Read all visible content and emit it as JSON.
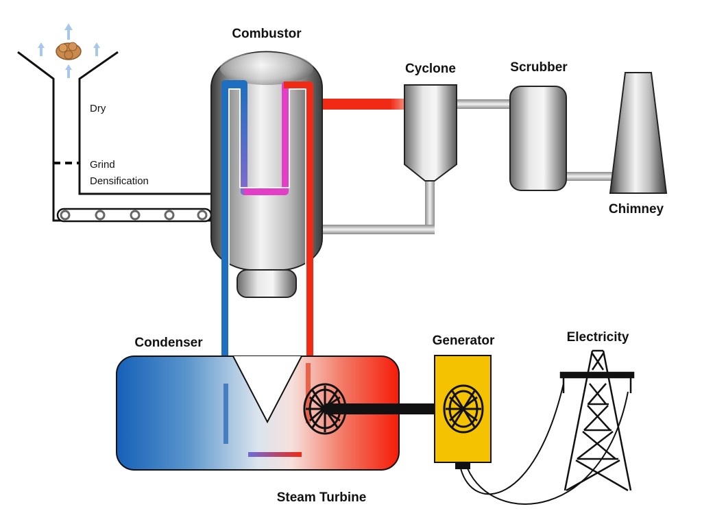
{
  "labels": {
    "combustor": "Combustor",
    "cyclone": "Cyclone",
    "scrubber": "Scrubber",
    "chimney": "Chimney",
    "dry": "Dry",
    "grind": "Grind",
    "densification": "Densification",
    "condenser": "Condenser",
    "generator": "Generator",
    "electricity": "Electricity",
    "steam_turbine": "Steam Turbine"
  },
  "colors": {
    "cold": "#1e6fc0",
    "hot": "#f02a14",
    "pink": "#e23fc6",
    "generator": "#f5c200",
    "pipe_gray": "#b8b8b8"
  }
}
